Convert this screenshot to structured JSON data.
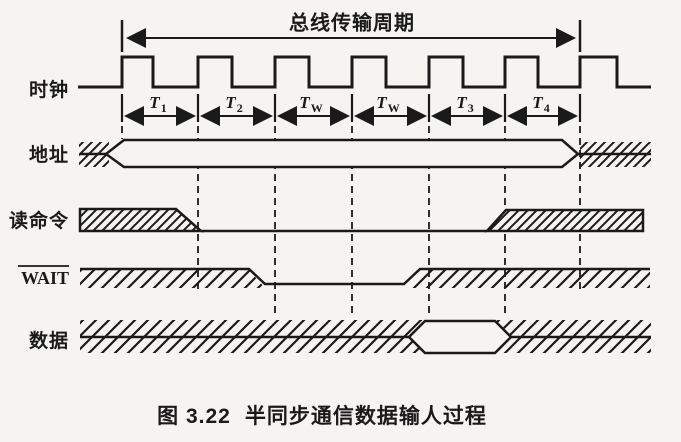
{
  "figure": {
    "bus_cycle_label": "总线传输周期",
    "clock_periods": [
      {
        "main": "T",
        "sub": "1"
      },
      {
        "main": "T",
        "sub": "2"
      },
      {
        "main": "T",
        "sub": "W"
      },
      {
        "main": "T",
        "sub": "W"
      },
      {
        "main": "T",
        "sub": "3"
      },
      {
        "main": "T",
        "sub": "4"
      }
    ],
    "signals": [
      {
        "label": "时钟",
        "type": "clock",
        "pulses": 7
      },
      {
        "label": "地址",
        "type": "bus",
        "valid_span": "T1-T4",
        "ends": "hatched-invalid"
      },
      {
        "label": "读命令",
        "type": "level",
        "high_hatched_until": "end of T1",
        "low_during": "T2-TW-TW",
        "high_hatched_from": "T3"
      },
      {
        "label": "WAIT",
        "overline": true,
        "type": "level",
        "low_from": "end of T2",
        "low_until": "end of second TW"
      },
      {
        "label": "数据",
        "type": "bus",
        "valid_bubble_during": "T3",
        "elsewhere": "hatched-invalid"
      }
    ],
    "caption": {
      "figure_number": "图 3.22",
      "title": "半同步通信数据输人过程"
    }
  },
  "colors": {
    "ink": "#1a1a1a",
    "paper": "#f5f4f0"
  }
}
